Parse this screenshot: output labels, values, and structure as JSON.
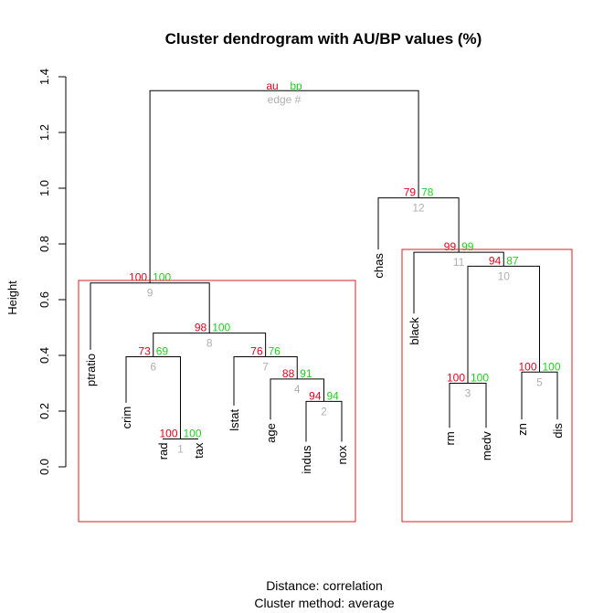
{
  "chart_data": {
    "type": "dendrogram",
    "title": "Cluster dendrogram with AU/BP values (%)",
    "ylabel": "Height",
    "xlabel_lines": [
      "Distance:  correlation",
      "Cluster method: average"
    ],
    "ylim": [
      0,
      1.4
    ],
    "yticks": [
      "0.0",
      "0.2",
      "0.4",
      "0.6",
      "0.8",
      "1.0",
      "1.2",
      "1.4"
    ],
    "legend": {
      "au": "au",
      "bp": "bp",
      "edge": "edge #"
    },
    "colors": {
      "au": "#e8001c",
      "bp": "#1fd21f",
      "edge": "#b0b0b0",
      "rect": "#d9201f",
      "line": "#000000"
    },
    "leaves": [
      {
        "label": "ptratio"
      },
      {
        "label": "crim"
      },
      {
        "label": "rad"
      },
      {
        "label": "tax"
      },
      {
        "label": "lstat"
      },
      {
        "label": "age"
      },
      {
        "label": "indus"
      },
      {
        "label": "nox"
      },
      {
        "label": "chas"
      },
      {
        "label": "black"
      },
      {
        "label": "rm"
      },
      {
        "label": "medv"
      },
      {
        "label": "zn"
      },
      {
        "label": "dis"
      }
    ],
    "merges": [
      {
        "edge": "1",
        "height": 0.1,
        "au": "100",
        "bp": "100"
      },
      {
        "edge": "2",
        "height": 0.235,
        "au": "94",
        "bp": "94"
      },
      {
        "edge": "3",
        "height": 0.3,
        "au": "100",
        "bp": "100"
      },
      {
        "edge": "4",
        "height": 0.315,
        "au": "88",
        "bp": "91"
      },
      {
        "edge": "5",
        "height": 0.34,
        "au": "100",
        "bp": "100"
      },
      {
        "edge": "6",
        "height": 0.395,
        "au": "73",
        "bp": "69"
      },
      {
        "edge": "7",
        "height": 0.395,
        "au": "76",
        "bp": "76"
      },
      {
        "edge": "8",
        "height": 0.48,
        "au": "98",
        "bp": "100"
      },
      {
        "edge": "9",
        "height": 0.66,
        "au": "100",
        "bp": "100"
      },
      {
        "edge": "10",
        "height": 0.72,
        "au": "94",
        "bp": "87"
      },
      {
        "edge": "11",
        "height": 0.77,
        "au": "99",
        "bp": "99"
      },
      {
        "edge": "12",
        "height": 0.965,
        "au": "79",
        "bp": "78"
      },
      {
        "edge": "",
        "height": 1.35,
        "au": "",
        "bp": ""
      }
    ]
  }
}
